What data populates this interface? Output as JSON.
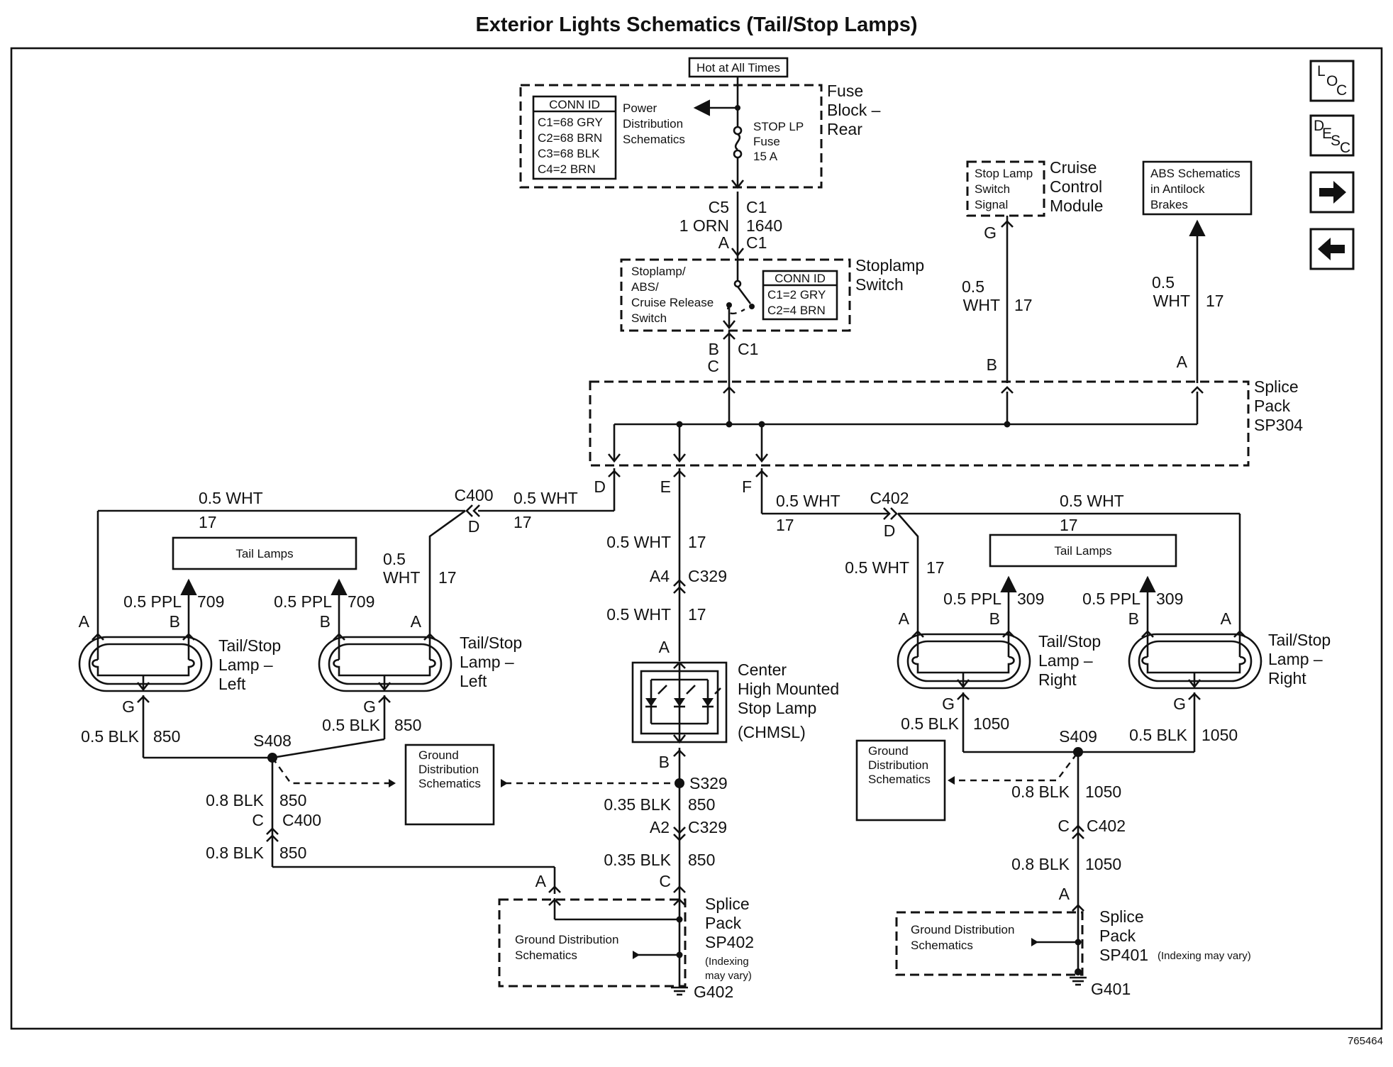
{
  "title": "Exterior Lights Schematics (Tail/Stop Lamps)",
  "figure_id": "765464",
  "nav": {
    "loc": [
      "L",
      "O",
      "C"
    ],
    "desc": [
      "D",
      "E",
      "S",
      "C"
    ],
    "next_icon": "arrow-right-icon",
    "prev_icon": "arrow-left-icon"
  },
  "fuse_block": {
    "hot_label": "Hot at All Times",
    "name": [
      "Fuse",
      "Block –",
      "Rear"
    ],
    "conn_id": {
      "header": "CONN ID",
      "rows": [
        "C1=68 GRY",
        "C2=68 BRN",
        "C3=68 BLK",
        "C4=2 BRN"
      ]
    },
    "power_ref": [
      "Power",
      "Distribution",
      "Schematics"
    ],
    "fuse": [
      "STOP LP",
      "Fuse",
      "15 A"
    ]
  },
  "fuse_out": {
    "left": [
      "C5",
      "1 ORN",
      "A"
    ],
    "right": [
      "C1",
      "1640",
      "C1"
    ]
  },
  "stoplamp_switch": {
    "name": [
      "Stoplamp",
      "Switch"
    ],
    "inner": [
      "Stoplamp/",
      "ABS/",
      "Cruise Release",
      "Switch"
    ],
    "conn_id": {
      "header": "CONN ID",
      "rows": [
        "C1=2 GRY",
        "C2=4 BRN"
      ]
    },
    "out": {
      "pin_b": "B",
      "pin_c": "C",
      "conn": "C1"
    }
  },
  "cruise": {
    "inner": [
      "Stop Lamp",
      "Switch",
      "Signal"
    ],
    "name": [
      "Cruise",
      "Control",
      "Module"
    ],
    "pin": "G",
    "gauge": [
      "0.5",
      "WHT"
    ],
    "circuit": "17",
    "splice_pin": "B"
  },
  "abs": {
    "inner": [
      "ABS Schematics",
      "in Antilock",
      "Brakes"
    ],
    "gauge": [
      "0.5",
      "WHT"
    ],
    "circuit": "17",
    "splice_pin": "A"
  },
  "sp304": {
    "name": [
      "Splice",
      "Pack",
      "SP304"
    ],
    "pins": [
      "D",
      "E",
      "F"
    ]
  },
  "left": {
    "wire_top": [
      "0.5 WHT",
      "17"
    ],
    "c400": [
      "C400",
      "D"
    ],
    "c400_in": [
      "0.5 WHT",
      "17"
    ],
    "lamp2_wire": [
      "0.5",
      "WHT",
      "17"
    ],
    "tail_lamps": "Tail Lamps",
    "ppl1": [
      "0.5 PPL",
      "709"
    ],
    "ppl2": [
      "0.5 PPL",
      "709"
    ],
    "lamp_pins": [
      "A",
      "B",
      "B",
      "A"
    ],
    "lamp_name": [
      "Tail/Stop",
      "Lamp –",
      "Left"
    ],
    "ground1": [
      "G",
      "0.5 BLK",
      "850"
    ],
    "ground2": [
      "G",
      "0.5 BLK",
      "850"
    ],
    "s408": "S408",
    "ground_ref": [
      "Ground",
      "Distribution",
      "Schematics"
    ],
    "lower": [
      "0.8 BLK",
      "850",
      "C",
      "C400",
      "0.8 BLK",
      "850"
    ]
  },
  "center": {
    "wire1": [
      "0.5 WHT",
      "17"
    ],
    "c329": [
      "A4",
      "C329"
    ],
    "wire2": [
      "0.5 WHT",
      "17"
    ],
    "pin_a": "A",
    "name": [
      "Center",
      "High Mounted",
      "Stop Lamp",
      "(CHMSL)"
    ],
    "pin_b": "B",
    "s329": "S329",
    "wire3": [
      "0.35 BLK",
      "850"
    ],
    "c329b": [
      "A2",
      "C329"
    ],
    "wire4": [
      "0.35 BLK",
      "850"
    ],
    "pins_sp402": [
      "C",
      "A"
    ]
  },
  "sp402": {
    "ground_ref": [
      "Ground Distribution",
      "Schematics"
    ],
    "name": [
      "Splice",
      "Pack",
      "SP402",
      "(Indexing",
      "may vary)"
    ],
    "ground": "G402"
  },
  "right": {
    "wire_top": [
      "0.5 WHT",
      "17"
    ],
    "c402": [
      "C402",
      "D"
    ],
    "wire_top2": [
      "0.5 WHT",
      "17"
    ],
    "lamp1_wire": [
      "0.5 WHT",
      "17"
    ],
    "tail_lamps": "Tail Lamps",
    "ppl1": [
      "0.5 PPL",
      "309"
    ],
    "ppl2": [
      "0.5 PPL",
      "309"
    ],
    "lamp_pins": [
      "A",
      "B",
      "B",
      "A"
    ],
    "lamp_name": [
      "Tail/Stop",
      "Lamp –",
      "Right"
    ],
    "ground1": [
      "G",
      "0.5 BLK",
      "1050"
    ],
    "ground2": [
      "G",
      "0.5 BLK",
      "1050"
    ],
    "s409": "S409",
    "ground_ref": [
      "Ground",
      "Distribution",
      "Schematics"
    ],
    "lower": [
      "0.8 BLK",
      "1050",
      "C",
      "C402",
      "0.8 BLK",
      "1050",
      "A"
    ]
  },
  "sp401": {
    "ground_ref": [
      "Ground Distribution",
      "Schematics"
    ],
    "name": [
      "Splice",
      "Pack",
      "SP401",
      "(Indexing may vary)"
    ],
    "ground": "G401"
  }
}
